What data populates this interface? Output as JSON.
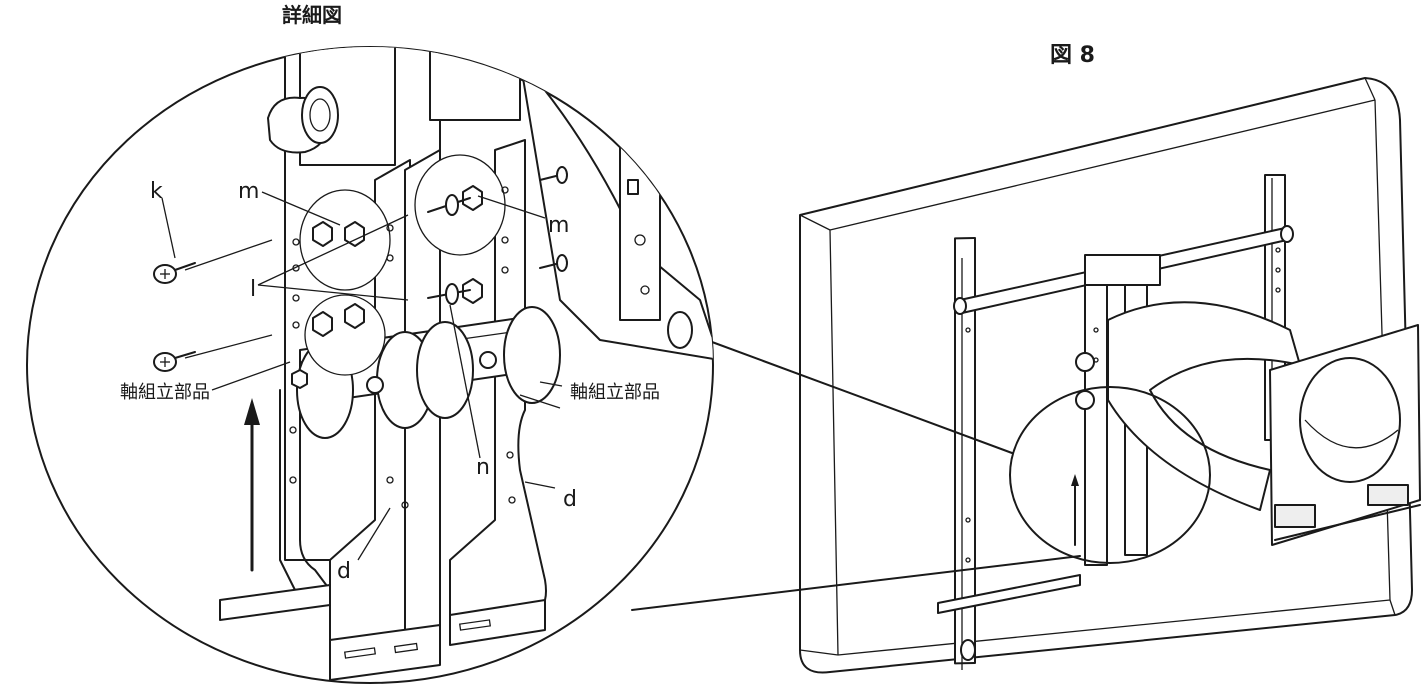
{
  "labels": {
    "detail_title": "詳細図",
    "figure_title": "図 8",
    "k": "k",
    "m_left": "m",
    "m_right": "m",
    "l": "l",
    "n": "n",
    "d_right": "d",
    "d_left": "d",
    "assembly_left": "軸組立部品",
    "assembly_right": "軸組立部品"
  }
}
